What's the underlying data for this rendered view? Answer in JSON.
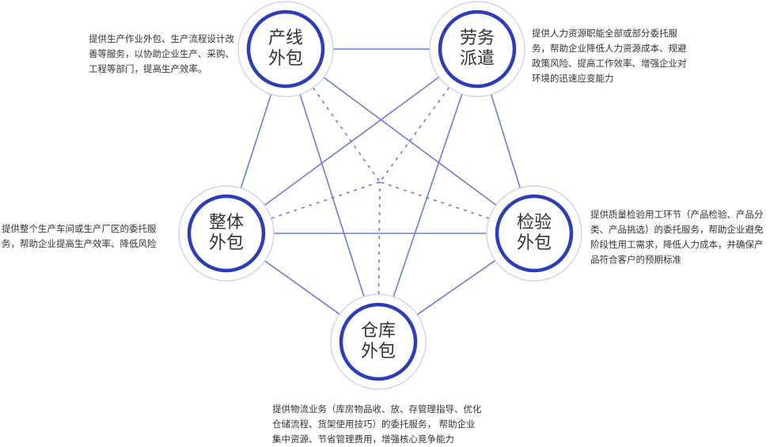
{
  "colors": {
    "ring": "#2b3db8",
    "outer_ring": "#c5cbef",
    "line": "#6b7bdc",
    "text": "#333333"
  },
  "nodes": [
    {
      "id": "chanxian",
      "line1": "产线",
      "line2": "外包",
      "desc": "提供生产作业外包、生产流程设计改善等服务，以协助企业生产、采购、工程等部门，提高生产效率。"
    },
    {
      "id": "laowu",
      "line1": "劳务",
      "line2": "派遣",
      "desc": "提供人力资源职能全部或部分委托服务，帮助企业降低人力资源成本、规避政策风险、提高工作效率、增强企业对环境的迅速应变能力"
    },
    {
      "id": "zhengti",
      "line1": "整体",
      "line2": "外包",
      "desc": "提供整个生产车间或生产厂区的委托服务，帮助企业提高生产效率、降低风险"
    },
    {
      "id": "jianyan",
      "line1": "检验",
      "line2": "外包",
      "desc": "提供质量检验用工环节（产品检验、产品分类、产品挑选）的委托服务，帮助企业避免阶段性用工需求，降低人力成本，并确保产品符合客户的预期标准"
    },
    {
      "id": "cangku",
      "line1": "仓库",
      "line2": "外包",
      "desc": "提供物流业务（库房物品收、放、存管理指导、优化仓储流程、货架使用技巧）的委托服务， 帮助企业集中资源、节省管理费用，增强核心竞争能力"
    }
  ]
}
